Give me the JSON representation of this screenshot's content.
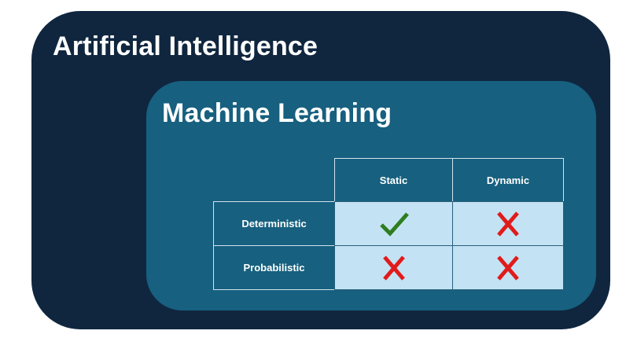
{
  "outer": {
    "title": "Artificial Intelligence",
    "color": "#10263f"
  },
  "inner": {
    "title": "Machine Learning",
    "color": "#17607f"
  },
  "table": {
    "columns": [
      "Static",
      "Dynamic"
    ],
    "rows": [
      {
        "label": "Deterministic",
        "cells": [
          "check",
          "cross"
        ]
      },
      {
        "label": "Probabilistic",
        "cells": [
          "cross",
          "cross"
        ]
      }
    ],
    "cell_color": "#c3e3f4",
    "check_color": "#2e7d1f",
    "cross_color": "#e11b1b"
  }
}
